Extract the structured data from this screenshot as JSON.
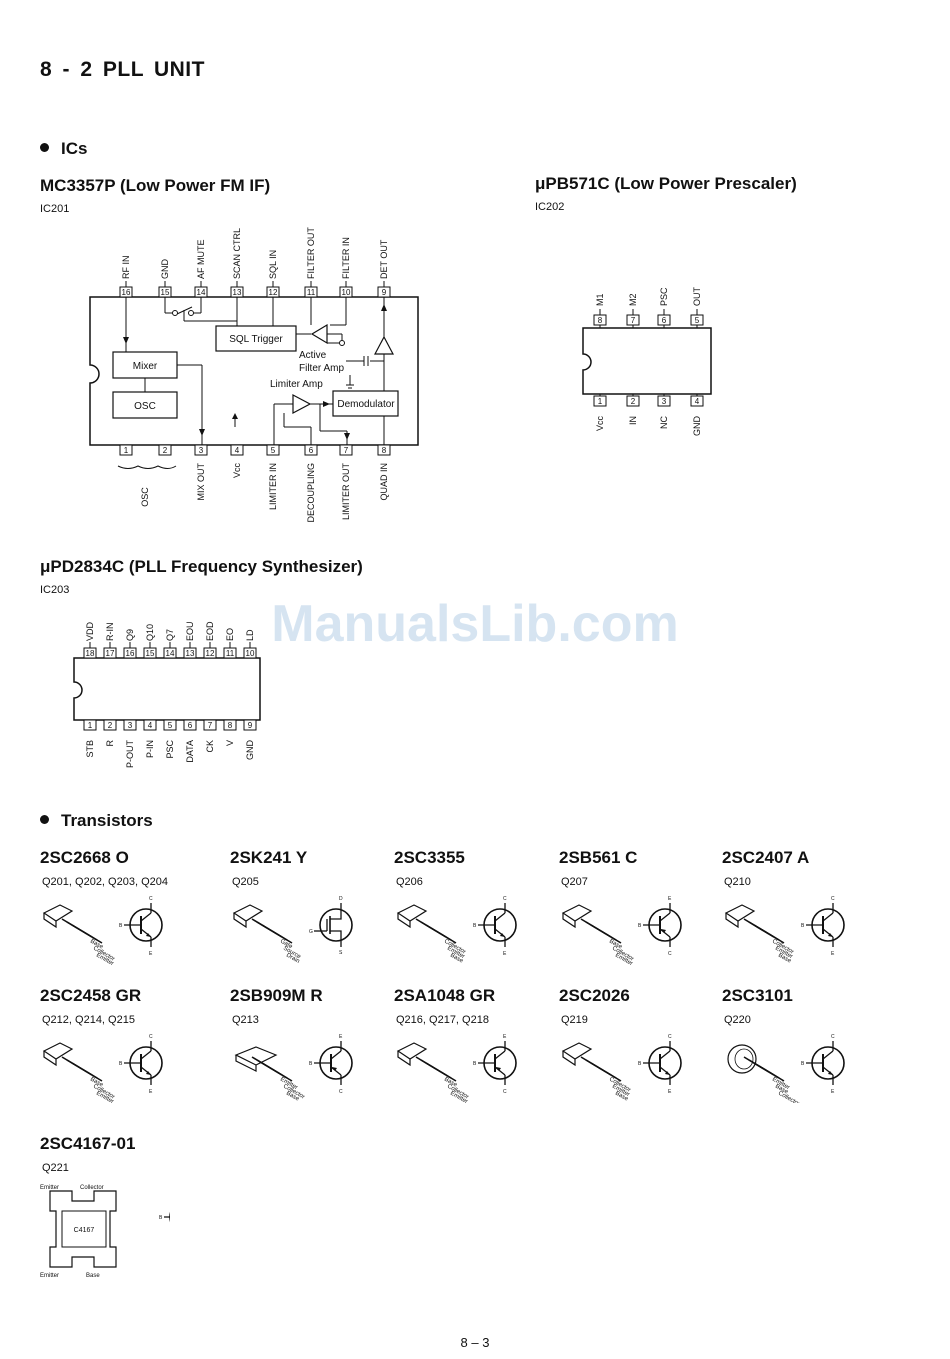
{
  "page": {
    "title": "8 - 2   PLL UNIT",
    "number": "8 – 3",
    "watermark": "ManualsLib.com"
  },
  "ics_section": {
    "heading": "ICs",
    "ic201": {
      "title": "MC3357P (Low Power FM IF)",
      "ref": "IC201",
      "top_pins": [
        {
          "num": "16",
          "label": "RF IN"
        },
        {
          "num": "15",
          "label": "GND"
        },
        {
          "num": "14",
          "label": "AF MUTE"
        },
        {
          "num": "13",
          "label": "SCAN CTRL"
        },
        {
          "num": "12",
          "label": "SQL IN"
        },
        {
          "num": "11",
          "label": "FILTER OUT"
        },
        {
          "num": "10",
          "label": "FILTER IN"
        },
        {
          "num": "9",
          "label": "DET OUT"
        }
      ],
      "bottom_pins": [
        {
          "num": "1",
          "label": ""
        },
        {
          "num": "2",
          "label": ""
        },
        {
          "num": "3",
          "label": "MIX OUT"
        },
        {
          "num": "4",
          "label": "Vcc"
        },
        {
          "num": "5",
          "label": "LIMITER IN"
        },
        {
          "num": "6",
          "label": "DECOUPLING"
        },
        {
          "num": "7",
          "label": "LIMITER OUT"
        },
        {
          "num": "8",
          "label": "QUAD IN"
        }
      ],
      "osc_label": "OSC",
      "blocks": {
        "mixer": "Mixer",
        "osc": "OSC",
        "sql_trigger": "SQL Trigger",
        "active_filter_1": "Active",
        "active_filter_2": "Filter Amp",
        "limiter_amp": "Limiter Amp",
        "demodulator": "Demodulator"
      }
    },
    "ic202": {
      "title": "μPB571C (Low Power Prescaler)",
      "ref": "IC202",
      "top_pins": [
        {
          "num": "8",
          "label": "M1"
        },
        {
          "num": "7",
          "label": "M2"
        },
        {
          "num": "6",
          "label": "PSC"
        },
        {
          "num": "5",
          "label": "OUT"
        }
      ],
      "bottom_pins": [
        {
          "num": "1",
          "label": "Vcc"
        },
        {
          "num": "2",
          "label": "IN"
        },
        {
          "num": "3",
          "label": "NC"
        },
        {
          "num": "4",
          "label": "GND"
        }
      ]
    },
    "ic203": {
      "title": "μPD2834C (PLL Frequency Synthesizer)",
      "ref": "IC203",
      "top_pins": [
        {
          "num": "18",
          "label": "VDD"
        },
        {
          "num": "17",
          "label": "R-IN"
        },
        {
          "num": "16",
          "label": "Q9"
        },
        {
          "num": "15",
          "label": "Q10"
        },
        {
          "num": "14",
          "label": "Q7"
        },
        {
          "num": "13",
          "label": "EOU"
        },
        {
          "num": "12",
          "label": "EOD"
        },
        {
          "num": "11",
          "label": "EO"
        },
        {
          "num": "10",
          "label": "LD"
        }
      ],
      "bottom_pins": [
        {
          "num": "1",
          "label": "STB"
        },
        {
          "num": "2",
          "label": "R"
        },
        {
          "num": "3",
          "label": "P-OUT"
        },
        {
          "num": "4",
          "label": "P-IN"
        },
        {
          "num": "5",
          "label": "PSC"
        },
        {
          "num": "6",
          "label": "DATA"
        },
        {
          "num": "7",
          "label": "CK"
        },
        {
          "num": "8",
          "label": "V"
        },
        {
          "num": "9",
          "label": "GND"
        }
      ]
    }
  },
  "transistors_section": {
    "heading": "Transistors",
    "items": [
      {
        "name": "2SC2668 O",
        "ref": "Q201, Q202, Q203, Q204",
        "leads": [
          "Base",
          "Collector",
          "Emitter"
        ],
        "body": "to92",
        "kind": "npn"
      },
      {
        "name": "2SK241 Y",
        "ref": "Q205",
        "leads": [
          "Gate",
          "Source",
          "Drain"
        ],
        "body": "to92",
        "kind": "fet"
      },
      {
        "name": "2SC3355",
        "ref": "Q206",
        "leads": [
          "Collector",
          "Emitter",
          "Base"
        ],
        "body": "to92",
        "kind": "npn"
      },
      {
        "name": "2SB561 C",
        "ref": "Q207",
        "leads": [
          "Base",
          "Collector",
          "Emitter"
        ],
        "body": "to92",
        "kind": "pnp"
      },
      {
        "name": "2SC2407 A",
        "ref": "Q210",
        "leads": [
          "Collector",
          "Emitter",
          "Base"
        ],
        "body": "to92",
        "kind": "npn"
      },
      {
        "name": "2SC2458 GR",
        "ref": "Q212, Q214, Q215",
        "leads": [
          "Base",
          "Collector",
          "Emitter"
        ],
        "body": "to92",
        "kind": "npn"
      },
      {
        "name": "2SB909M R",
        "ref": "Q213",
        "leads": [
          "Emitter",
          "Collector",
          "Base"
        ],
        "body": "flat",
        "kind": "pnp"
      },
      {
        "name": "2SA1048 GR",
        "ref": "Q216, Q217, Q218",
        "leads": [
          "Base",
          "Collector",
          "Emitter"
        ],
        "body": "to92",
        "kind": "pnp"
      },
      {
        "name": "2SC2026",
        "ref": "Q219",
        "leads": [
          "Collector",
          "Emitter",
          "Base"
        ],
        "body": "to92",
        "kind": "npn"
      },
      {
        "name": "2SC3101",
        "ref": "Q220",
        "leads": [
          "Emitter",
          "Base",
          "Collector"
        ],
        "body": "can",
        "kind": "npn"
      },
      {
        "name": "2SC4167-01",
        "ref": "Q221",
        "leads": [
          "Emitter",
          "Collector",
          "Emitter",
          "Base"
        ],
        "body": "chip",
        "marking": "C4167",
        "kind": "npn"
      }
    ],
    "terminal_letters": {
      "b": "B",
      "c": "C",
      "e": "E",
      "g": "G",
      "s": "S",
      "d": "D"
    }
  }
}
